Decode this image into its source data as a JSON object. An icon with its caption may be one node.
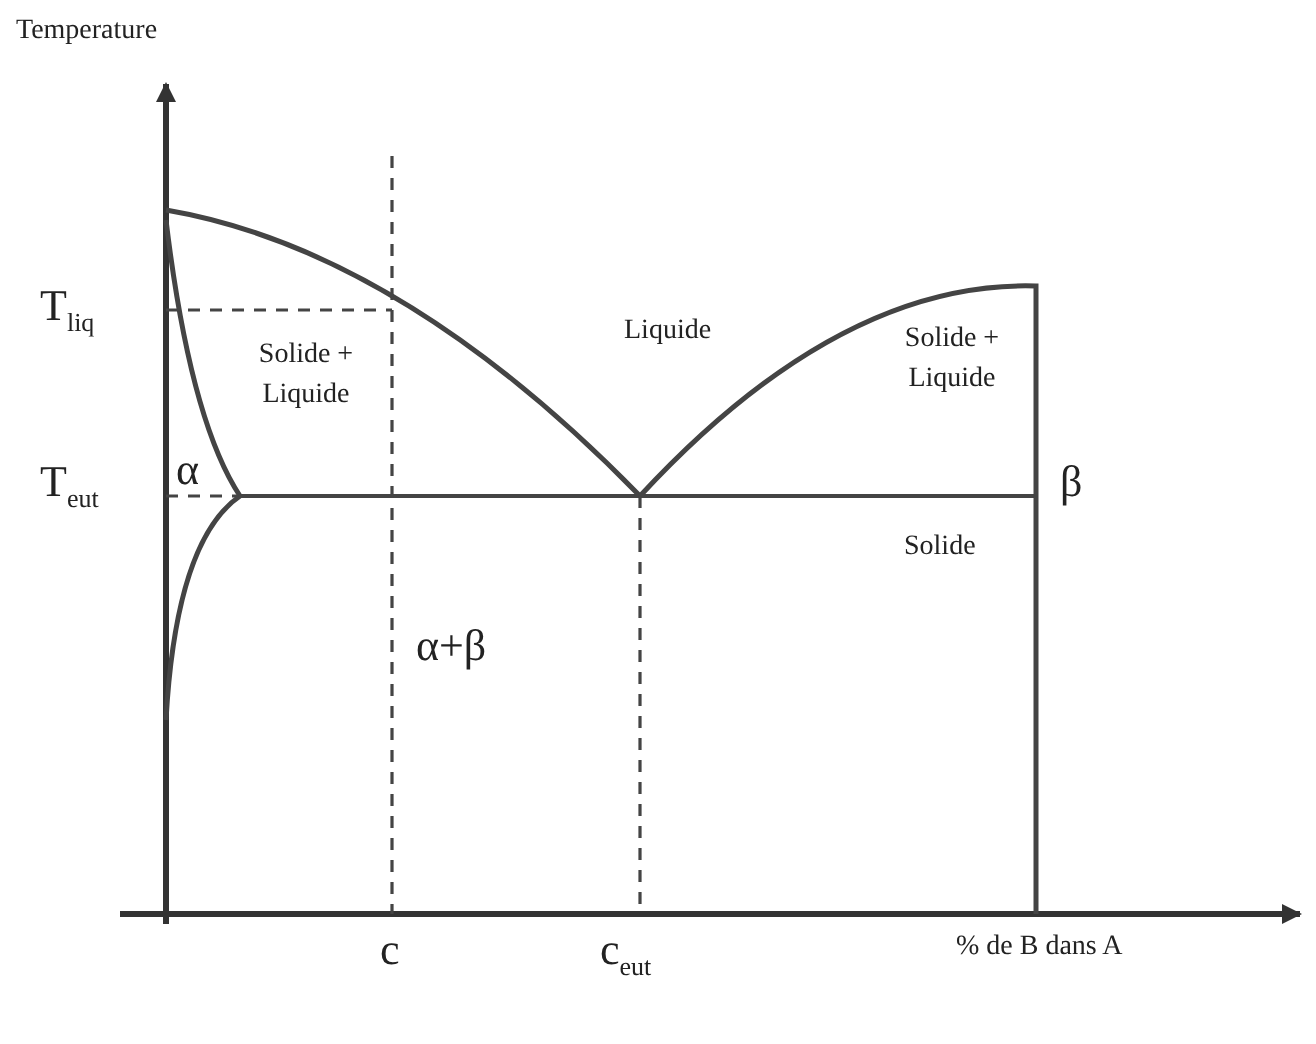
{
  "diagram": {
    "labels": [
      "Temperature",
      "T$_{liq}$",
      "Solide + Liquide",
      "Liquide",
      "Solide + Liquide",
      "α",
      "T$_{eut}$",
      "β",
      "Solide",
      "α+β",
      "c",
      "c$_{eut}$",
      "% de B dans A"
    ]
  }
}
